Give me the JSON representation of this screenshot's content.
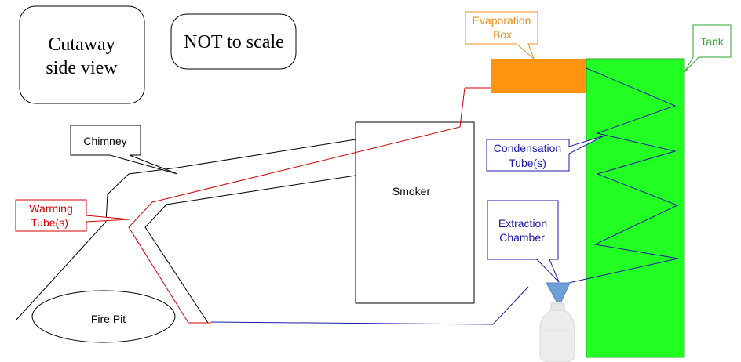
{
  "notes": {
    "cutaway_line1": "Cutaway",
    "cutaway_line2": "side view",
    "scale": "NOT to scale"
  },
  "labels": {
    "chimney": "Chimney",
    "warming_line1": "Warming",
    "warming_line2": "Tube(s)",
    "smoker": "Smoker",
    "fire_pit": "Fire Pit",
    "evaporation_line1": "Evaporation",
    "evaporation_line2": "Box",
    "tank": "Tank",
    "condensation_line1": "Condensation",
    "condensation_line2": "Tube(s)",
    "extraction_line1": "Extraction",
    "extraction_line2": "Chamber"
  },
  "colors": {
    "black": "#000000",
    "red": "#d40000",
    "blue": "#1a1aa6",
    "orange_text": "#e8901c",
    "orange_fill": "#ff9410",
    "green_fill": "#22ff22",
    "green_text": "#2ea82e",
    "funnel": "#6f9fd8",
    "bottle": "#ececec"
  }
}
